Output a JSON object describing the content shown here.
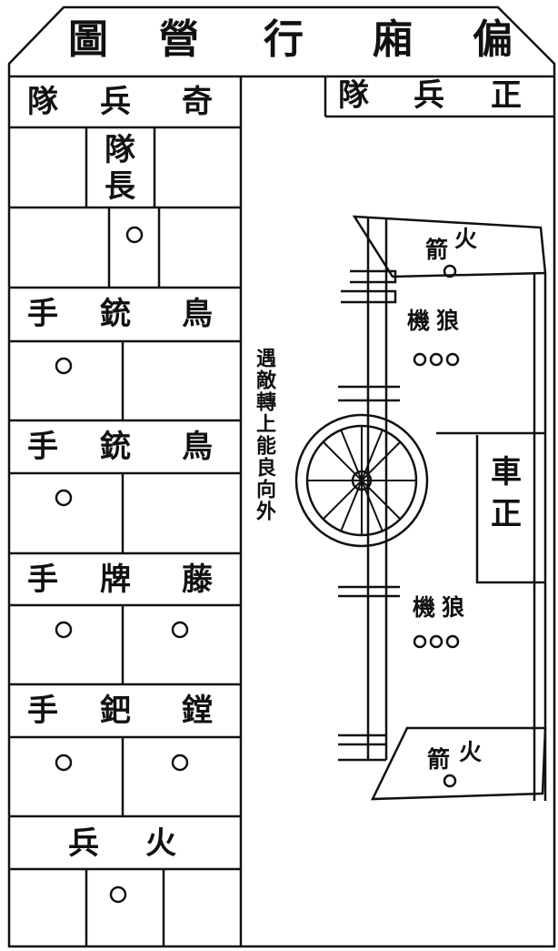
{
  "title": [
    "偏",
    "廂",
    "行",
    "營",
    "圖"
  ],
  "left": {
    "header": [
      "奇",
      "兵",
      "隊"
    ],
    "leader": [
      "隊",
      "長"
    ],
    "sections": [
      {
        "label": [
          "鳥",
          "銃",
          "手"
        ]
      },
      {
        "label": [
          "鳥",
          "銃",
          "手"
        ]
      },
      {
        "label": [
          "藤",
          "牌",
          "手"
        ]
      },
      {
        "label": [
          "鏜",
          "鈀",
          "手"
        ]
      },
      {
        "label": [
          "火",
          "兵"
        ]
      }
    ]
  },
  "right": {
    "header": [
      "正",
      "兵",
      "隊"
    ],
    "fire_arrow_top": [
      "火",
      "箭"
    ],
    "cannon_top": [
      "狼",
      "機"
    ],
    "cart_label": [
      "正",
      "車"
    ],
    "cannon_bottom": [
      "狼",
      "機"
    ],
    "fire_arrow_bottom": [
      "火",
      "箭"
    ],
    "note": "遇敵轉上能良向外"
  }
}
